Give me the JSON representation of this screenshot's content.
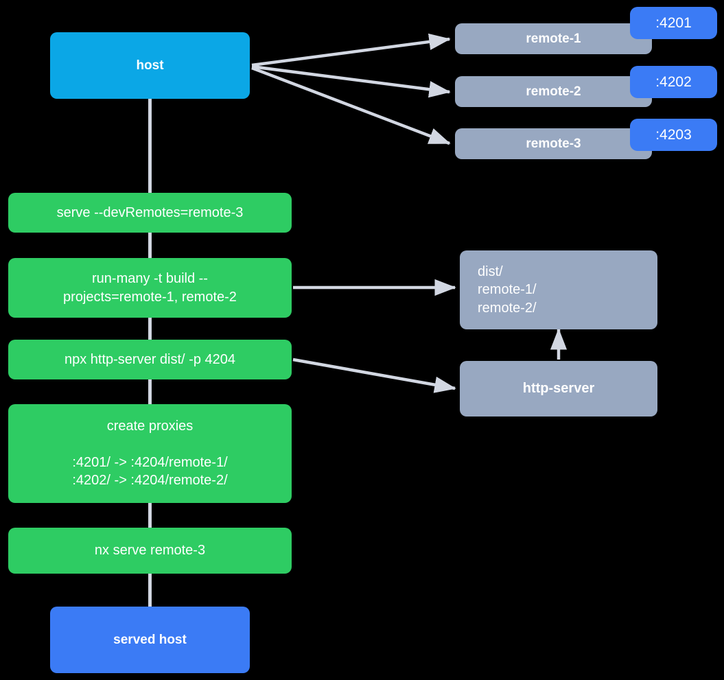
{
  "diagram": {
    "title": "nx module federation host and remotes serve flow",
    "background": "#000000",
    "colors": {
      "host_blue": "#0BA7E6",
      "served_host_blue": "#3B7BF5",
      "command_green": "#2ECC63",
      "node_gray": "#98A8C1",
      "port_badge_blue": "#3B7BF5",
      "edge_gray": "#D2D7E2",
      "text_white": "#FFFFFF"
    },
    "nodes": {
      "host": {
        "label": "host"
      },
      "served_host": {
        "label": "served host"
      },
      "remotes": [
        {
          "label": "remote-1",
          "port": ":4201"
        },
        {
          "label": "remote-2",
          "port": ":4202"
        },
        {
          "label": "remote-3",
          "port": ":4203"
        }
      ],
      "dist": {
        "label": "dist/\n      remote-1/\n      remote-2/"
      },
      "http_server": {
        "label": "http-server"
      }
    },
    "steps": [
      {
        "label": "serve --devRemotes=remote-3"
      },
      {
        "label": "run-many -t build --\nprojects=remote-1, remote-2"
      },
      {
        "label": "npx http-server dist/ -p 4204"
      },
      {
        "label": "create proxies\n\n:4201/ -> :4204/remote-1/\n:4202/ -> :4204/remote-2/"
      },
      {
        "label": "nx serve remote-3"
      }
    ],
    "edges": [
      {
        "from": "host",
        "to": "remote-1",
        "kind": "arrow"
      },
      {
        "from": "host",
        "to": "remote-2",
        "kind": "arrow"
      },
      {
        "from": "host",
        "to": "remote-3",
        "kind": "arrow"
      },
      {
        "from": "run-many",
        "to": "dist",
        "kind": "arrow"
      },
      {
        "from": "npx-http-server",
        "to": "http-server",
        "kind": "arrow"
      },
      {
        "from": "http-server",
        "to": "dist",
        "kind": "arrow"
      },
      {
        "from": "host",
        "to": "served-host",
        "kind": "line"
      }
    ]
  }
}
